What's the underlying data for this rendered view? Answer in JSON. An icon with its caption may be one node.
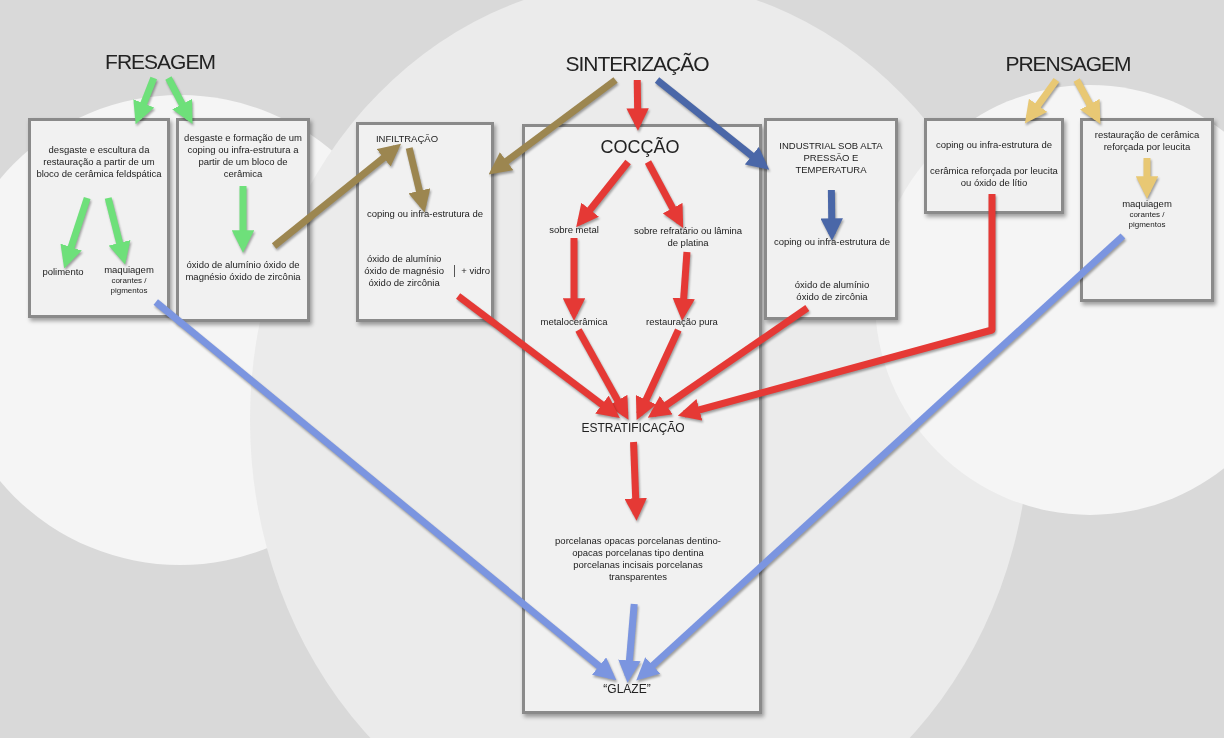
{
  "diagram": {
    "nodes": [
      {
        "text": [
          "FRESAGEM"
        ]
      },
      {
        "text": [],
        "shape": "box"
      },
      {
        "text": [
          "desgaste e escultura da restauração a partir de um bloco de cerâmica feldspática"
        ],
        "in": 1
      },
      {
        "text": [
          "polimento"
        ],
        "in": 1
      },
      {
        "text": [
          "maquiagem",
          "corantes / pigmentos"
        ],
        "in": 1
      },
      {
        "text": [],
        "shape": "box"
      },
      {
        "text": [
          "desgaste e formação de um coping ou infra-estrutura a partir de um bloco de cerâmica"
        ],
        "in": 5
      },
      {
        "text": [
          "óxido de alumínio óxido de magnésio óxido de zircônia"
        ],
        "in": 5
      },
      {
        "text": [
          "SINTERIZAÇÃO"
        ]
      },
      {
        "text": [],
        "shape": "box"
      },
      {
        "text": [
          "INFILTRAÇÃO"
        ],
        "in": 9
      },
      {
        "text": [
          "coping ou infra-estrutura de"
        ],
        "in": 9
      },
      {
        "text": [
          "óxido de alumínio óxido de magnésio óxido de zircônia"
        ],
        "beside": [
          "+ vidro"
        ],
        "in": 9
      },
      {
        "text": [],
        "shape": "box"
      },
      {
        "text": [
          "COCÇÃO"
        ],
        "in": 13
      },
      {
        "text": [
          "sobre metal"
        ],
        "in": 13
      },
      {
        "text": [
          "sobre refratário ou lâmina de platina"
        ],
        "in": 13
      },
      {
        "text": [
          "metalocerâmica"
        ],
        "in": 13
      },
      {
        "text": [
          "restauração pura"
        ],
        "in": 13
      },
      {
        "text": [
          "ESTRATIFICAÇÃO"
        ],
        "in": 13
      },
      {
        "text": [
          "porcelanas opacas porcelanas dentino-opacas porcelanas tipo dentina porcelanas incisais porcelanas transparentes"
        ],
        "in": 13
      },
      {
        "text": [
          "“GLAZE”"
        ],
        "in": 13
      },
      {
        "text": [],
        "shape": "box"
      },
      {
        "text": [
          "INDUSTRIAL SOB ALTA PRESSÃO E TEMPERATURA"
        ],
        "in": 22
      },
      {
        "text": [
          "coping ou infra-estrutura de"
        ],
        "in": 22
      },
      {
        "text": [
          "óxido de alumínio óxido de zircônia"
        ],
        "in": 22
      },
      {
        "text": [
          "PRENSAGEM"
        ]
      },
      {
        "text": [],
        "shape": "box"
      },
      {
        "text": [
          "coping ou infra-estrutura de"
        ],
        "in": 27
      },
      {
        "text": [
          "cerâmica reforçada por leucita ou óxido de lítio"
        ],
        "in": 27
      },
      {
        "text": [],
        "shape": "box"
      },
      {
        "text": [
          "restauração de cerâmica reforçada por leucita"
        ],
        "in": 30
      },
      {
        "text": [
          "maquiagem",
          "corantes / pigmentos"
        ],
        "in": 30
      }
    ],
    "edges": [
      {
        "from": 0,
        "to": 1,
        "arrow": "to",
        "color": "#6ee07a"
      },
      {
        "from": 0,
        "to": 5,
        "arrow": "to",
        "color": "#6ee07a"
      },
      {
        "from": 2,
        "to": 3,
        "arrow": "to",
        "color": "#6ee07a"
      },
      {
        "from": 2,
        "to": 4,
        "arrow": "to",
        "color": "#6ee07a"
      },
      {
        "from": 6,
        "to": 7,
        "arrow": "to",
        "color": "#6ee07a"
      },
      {
        "from": 8,
        "to": 9,
        "arrow": "to",
        "color": "#9c8650"
      },
      {
        "from": 7,
        "to": 10,
        "arrow": "to",
        "color": "#9c8650"
      },
      {
        "from": 10,
        "to": 11,
        "arrow": "to",
        "color": "#9c8650"
      },
      {
        "from": 8,
        "to": 13,
        "arrow": "to"
      },
      {
        "from": 8,
        "to": 22,
        "arrow": "to",
        "color": "#4a67a8"
      },
      {
        "from": 14,
        "to": 15,
        "arrow": "to"
      },
      {
        "from": 14,
        "to": 16,
        "arrow": "to"
      },
      {
        "from": 15,
        "to": 17,
        "arrow": "to"
      },
      {
        "from": 16,
        "to": 18,
        "arrow": "to"
      },
      {
        "from": 17,
        "to": 19,
        "arrow": "to"
      },
      {
        "from": 18,
        "to": 19,
        "arrow": "to"
      },
      {
        "from": 12,
        "to": 19,
        "arrow": "to"
      },
      {
        "from": 25,
        "to": 19,
        "arrow": "to"
      },
      {
        "from": 29,
        "to": 19,
        "arrow": "to"
      },
      {
        "from": 19,
        "to": 20,
        "arrow": "to"
      },
      {
        "from": 20,
        "to": 21,
        "arrow": "to",
        "color": "#7b95e0"
      },
      {
        "from": 4,
        "to": 21,
        "arrow": "to",
        "color": "#7b95e0"
      },
      {
        "from": 32,
        "to": 21,
        "arrow": "to",
        "color": "#7b95e0"
      },
      {
        "from": 23,
        "to": 24,
        "arrow": "to",
        "color": "#4a67a8"
      },
      {
        "from": 26,
        "to": 27,
        "arrow": "to",
        "color": "#e8c874"
      },
      {
        "from": 26,
        "to": 30,
        "arrow": "to",
        "color": "#e8c874"
      },
      {
        "from": 31,
        "to": 32,
        "arrow": "to",
        "color": "#e8c874"
      }
    ]
  }
}
